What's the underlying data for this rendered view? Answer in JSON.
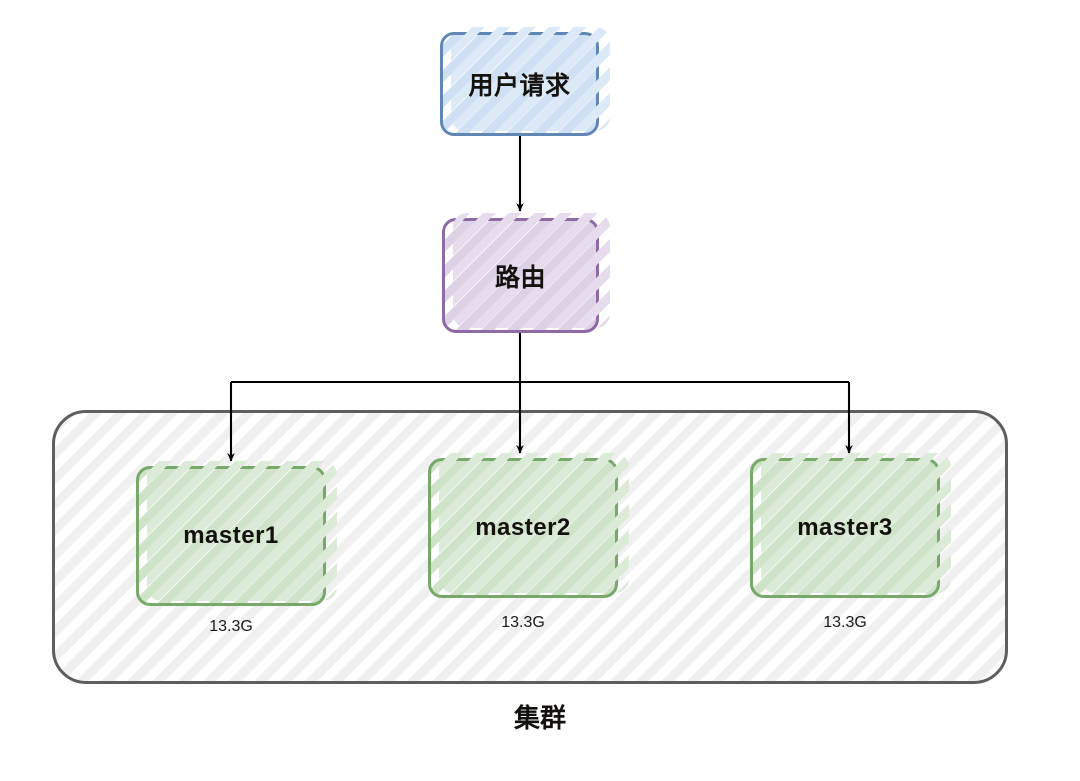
{
  "diagram": {
    "title_label": "集群",
    "nodes": {
      "user_request": {
        "label": "用户请求",
        "color": "#6287b5",
        "fill": "#cfe0f4"
      },
      "routing": {
        "label": "路由",
        "color": "#8f6ba5",
        "fill": "#ddd1e6"
      },
      "masters": [
        {
          "label": "master1",
          "capacity": "13.3G",
          "color": "#77a96b",
          "fill": "#cfe3c9"
        },
        {
          "label": "master2",
          "capacity": "13.3G",
          "color": "#77a96b",
          "fill": "#cfe3c9"
        },
        {
          "label": "master3",
          "capacity": "13.3G",
          "color": "#77a96b",
          "fill": "#cfe3c9"
        }
      ]
    },
    "cluster": {
      "label": "集群",
      "border_color": "#5e5e5e",
      "fill": "#fbfbfb"
    },
    "edges": [
      {
        "from": "user_request",
        "to": "routing",
        "style": "arrow"
      },
      {
        "from": "routing",
        "to": "master1",
        "style": "arrow"
      },
      {
        "from": "routing",
        "to": "master2",
        "style": "arrow"
      },
      {
        "from": "routing",
        "to": "master3",
        "style": "arrow"
      }
    ],
    "edge_color": "#000000",
    "background": "#ffffff"
  }
}
